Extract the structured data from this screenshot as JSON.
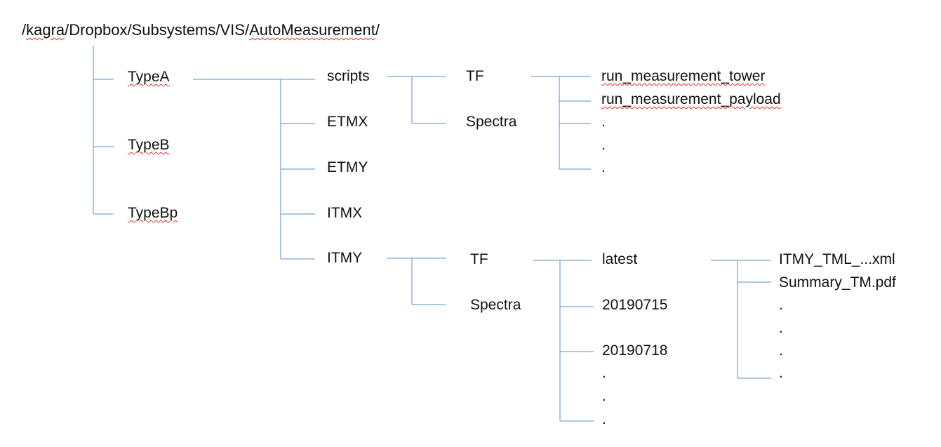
{
  "root_path": {
    "slash1": "/",
    "kagra": "kagra",
    "mid": "/Dropbox/Subsystems/VIS/",
    "auto": "AutoMeasurement",
    "slash2": "/"
  },
  "types": {
    "a": "TypeA",
    "b": "TypeB",
    "bp": "TypeBp"
  },
  "type_a_children": {
    "scripts": "scripts",
    "etmx": "ETMX",
    "etmy": "ETMY",
    "itmx": "ITMX",
    "itmy": "ITMY"
  },
  "scripts_children": {
    "tf": "TF",
    "spectra": "Spectra"
  },
  "scripts_tf_children": {
    "tower": "run_measurement_tower",
    "payload": "run_measurement_payload",
    "dot1": ".",
    "dot2": ".",
    "dot3": "."
  },
  "itmy_children": {
    "tf": "TF",
    "spectra": "Spectra"
  },
  "itmy_tf_children": {
    "latest": "latest",
    "d1": "20190715",
    "d2": "20190718",
    "dot1": ".",
    "dot2": ".",
    "dot3": "."
  },
  "latest_children": {
    "xml": "ITMY_TML_...xml",
    "pdf": "Summary_TM.pdf",
    "dot1": ".",
    "dot2": ".",
    "dot3": ".",
    "dot4": "."
  },
  "colors": {
    "connector": "#5b8fc7",
    "text": "#111111",
    "spellcheck": "#d93025"
  }
}
